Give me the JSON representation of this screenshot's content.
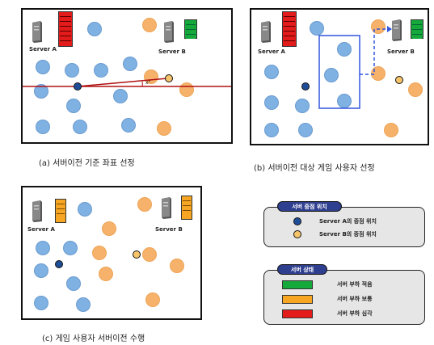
{
  "captions": {
    "a": "(a) 서버이전 기준 좌표 선정",
    "b": "(b) 서버이전 대상 게임 사용자 선정",
    "c": "(c) 게임 사용자 서버이전 수행"
  },
  "servers": {
    "a_label": "Server A",
    "b_label": "Server B"
  },
  "angle_label": "x°",
  "legend_center": {
    "title": "서버 중점 위치",
    "items": [
      {
        "label": "Server A의 중점 위치",
        "color": "#1f4e99"
      },
      {
        "label": "Server B의 중점 위치",
        "color": "#f6c46b"
      }
    ]
  },
  "legend_status": {
    "title": "서버 상태",
    "items": [
      {
        "label": "서버 부하 적음",
        "color": "#15a83b"
      },
      {
        "label": "서버 부하 보통",
        "color": "#f6a623"
      },
      {
        "label": "서버 부하 심각",
        "color": "#e31b1b"
      }
    ]
  },
  "colors": {
    "user_a": "#7fb1e3",
    "user_b": "#f6b26b",
    "arrow": "#3355dd",
    "line": "#b01010"
  }
}
